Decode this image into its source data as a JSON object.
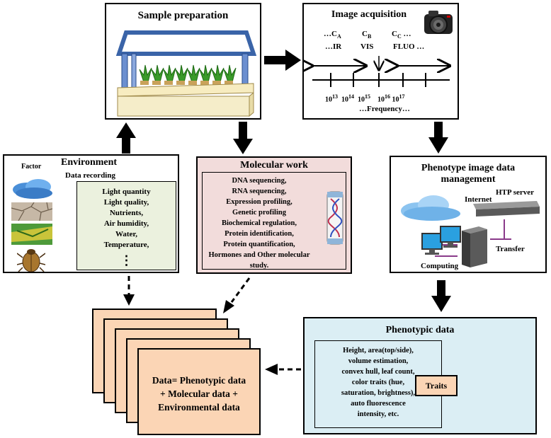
{
  "sample_preparation": {
    "title": "Sample preparation"
  },
  "image_acquisition": {
    "title": "Image acquisition",
    "bands": [
      {
        "prefix": "…C",
        "sub": "A",
        "suffix": ""
      },
      {
        "prefix": "C",
        "sub": "B",
        "suffix": ""
      },
      {
        "prefix": "C",
        "sub": "C",
        "suffix": " …"
      }
    ],
    "modes": [
      "…IR",
      "VIS",
      "FLUO …"
    ],
    "ticks": [
      "13",
      "14",
      "15",
      "16",
      "17"
    ],
    "tick_base": "10",
    "axis_label": "…Frequency…"
  },
  "environment": {
    "title": "Environment",
    "factor_label": "Factor",
    "data_recording_label": "Data recording",
    "items": [
      "Light quantity",
      "Light quality,",
      "Nutrients,",
      "Air humidity,",
      "Water,",
      "Temperature,"
    ],
    "more": "⋮"
  },
  "molecular_work": {
    "title": "Molecular work",
    "items": [
      "DNA sequencing,",
      "RNA sequencing,",
      "Expression profiling,",
      "Genetic profiling",
      "Biochemical regulation,",
      "Protein identification,",
      "Protein quantification,",
      "Hormones and Other molecular",
      "study."
    ]
  },
  "phenotype_management": {
    "title_line1": "Phenotype  image data",
    "title_line2": "management",
    "internet": "Internet",
    "server": "HTP server",
    "transfer": "Transfer",
    "computing": "Computing"
  },
  "phenotypic_data": {
    "title": "Phenotypic data",
    "items": [
      "Height, area(top/side),",
      "volume estimation,",
      "convex hull, leaf count,",
      "color traits (hue,",
      "saturation, brightness),",
      "auto fluorescence",
      "intensity, etc."
    ],
    "traits": "Traits"
  },
  "data_summary": {
    "line1": "Data= Phenotypic data",
    "line2": "+ Molecular  data +",
    "line3": "Environmental data"
  },
  "colors": {
    "molecular_bg": "#f2dcdb",
    "phenotypic_bg": "#dbeef4",
    "environment_list_bg": "#ebf1de",
    "data_stack_bg": "#fbd5b5"
  }
}
